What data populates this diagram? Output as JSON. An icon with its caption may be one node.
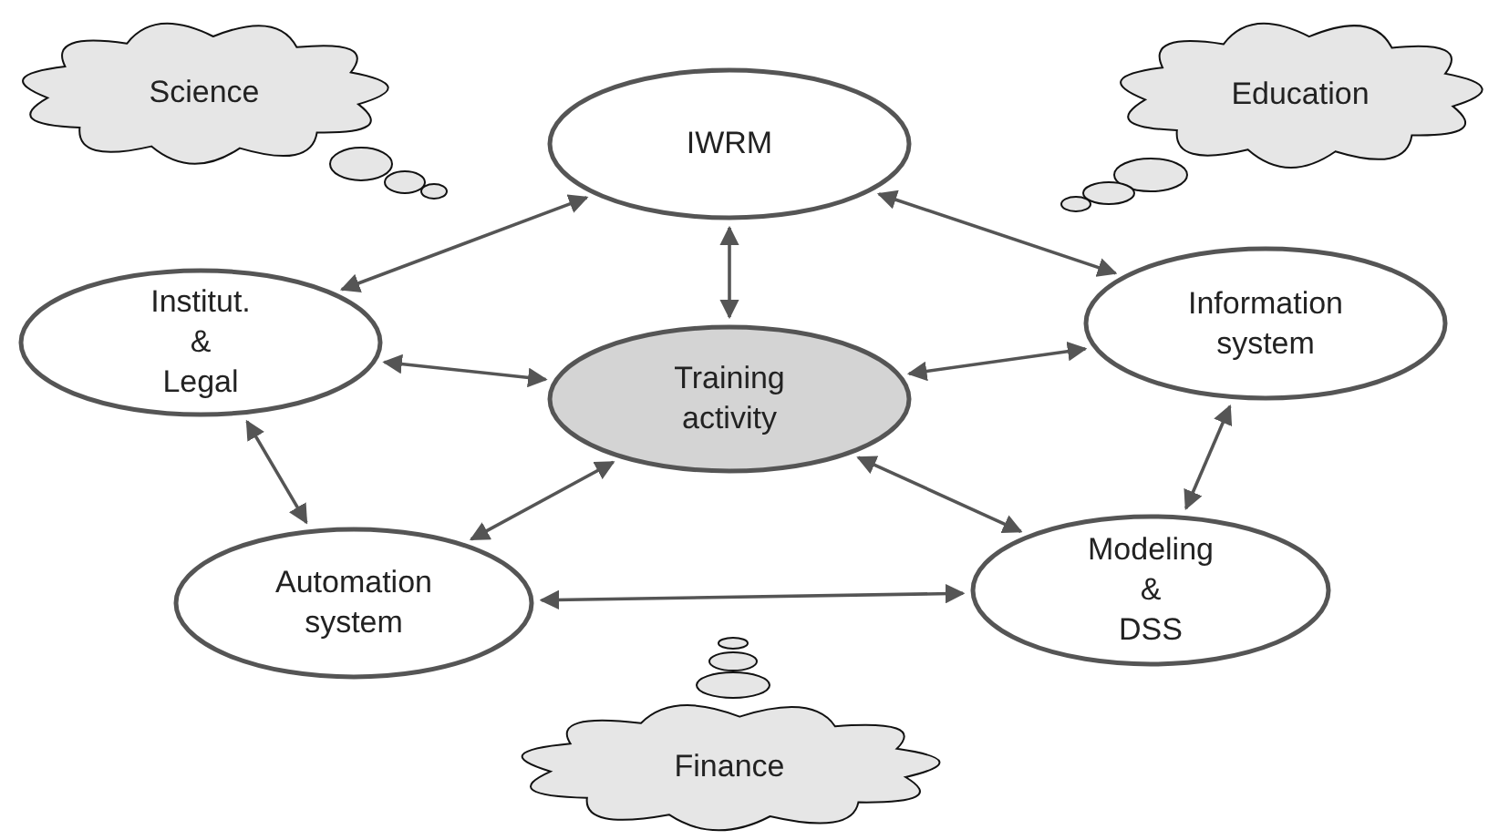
{
  "diagram": {
    "nodes": [
      {
        "text": [
          "Science"
        ]
      },
      {
        "text": [
          "IWRM"
        ]
      },
      {
        "text": [
          "Education"
        ]
      },
      {
        "text": [
          "Institut. & Legal"
        ]
      },
      {
        "text": [
          "Training activity"
        ]
      },
      {
        "text": [
          "Information system"
        ]
      },
      {
        "text": [
          "Automation system"
        ]
      },
      {
        "text": [
          "Modeling & DSS"
        ]
      },
      {
        "text": [
          "Finance"
        ]
      }
    ],
    "edges": [
      {
        "from": 1,
        "to": 3,
        "arrow": "both"
      },
      {
        "from": 1,
        "to": 4,
        "arrow": "both"
      },
      {
        "from": 1,
        "to": 5,
        "arrow": "both"
      },
      {
        "from": 3,
        "to": 4,
        "arrow": "both"
      },
      {
        "from": 4,
        "to": 5,
        "arrow": "both"
      },
      {
        "from": 3,
        "to": 6,
        "arrow": "both"
      },
      {
        "from": 6,
        "to": 4,
        "arrow": "both"
      },
      {
        "from": 4,
        "to": 7,
        "arrow": "both"
      },
      {
        "from": 5,
        "to": 7,
        "arrow": "both"
      },
      {
        "from": 6,
        "to": 7,
        "arrow": "both"
      }
    ]
  }
}
